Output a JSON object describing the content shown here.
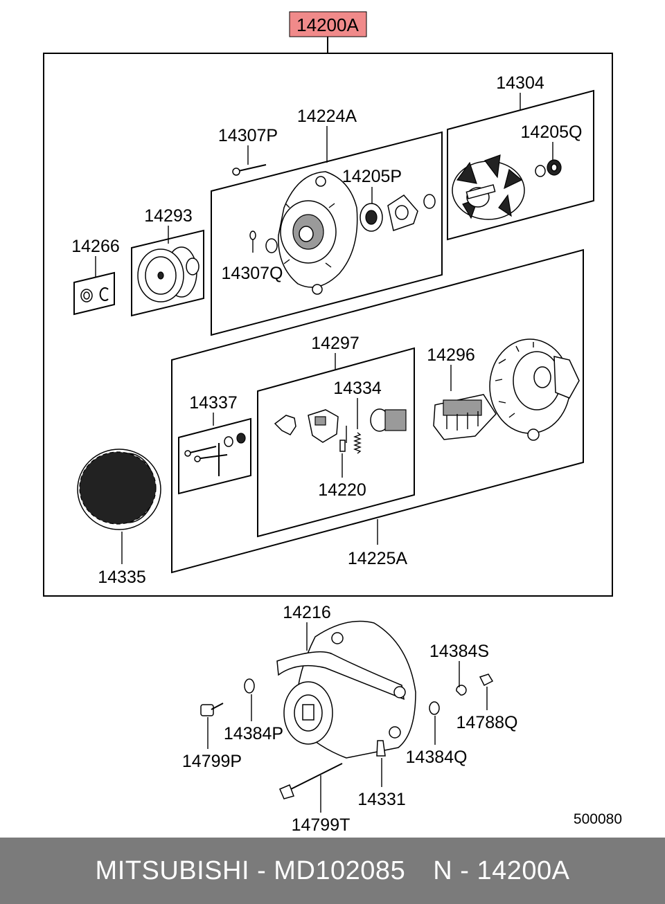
{
  "diagram": {
    "assembly_label": "14200A",
    "highlight_color": "#f08a8a",
    "drawing_number": "500080",
    "parts": {
      "p14304": "14304",
      "p14205Q": "14205Q",
      "p14224A": "14224A",
      "p14307P": "14307P",
      "p14205P": "14205P",
      "p14293": "14293",
      "p14266": "14266",
      "p14307Q": "14307Q",
      "p14297": "14297",
      "p14296": "14296",
      "p14334": "14334",
      "p14337": "14337",
      "p14220": "14220",
      "p14335": "14335",
      "p14225A": "14225A",
      "p14216": "14216",
      "p14384S": "14384S",
      "p14788Q": "14788Q",
      "p14384P": "14384P",
      "p14799P": "14799P",
      "p14384Q": "14384Q",
      "p14331": "14331",
      "p14799T": "14799T"
    }
  },
  "footer": {
    "brand": "MITSUBISHI",
    "dash1": "-",
    "part_number": "MD102085",
    "ref_prefix": "N",
    "dash2": "-",
    "ref_code": "14200A"
  }
}
